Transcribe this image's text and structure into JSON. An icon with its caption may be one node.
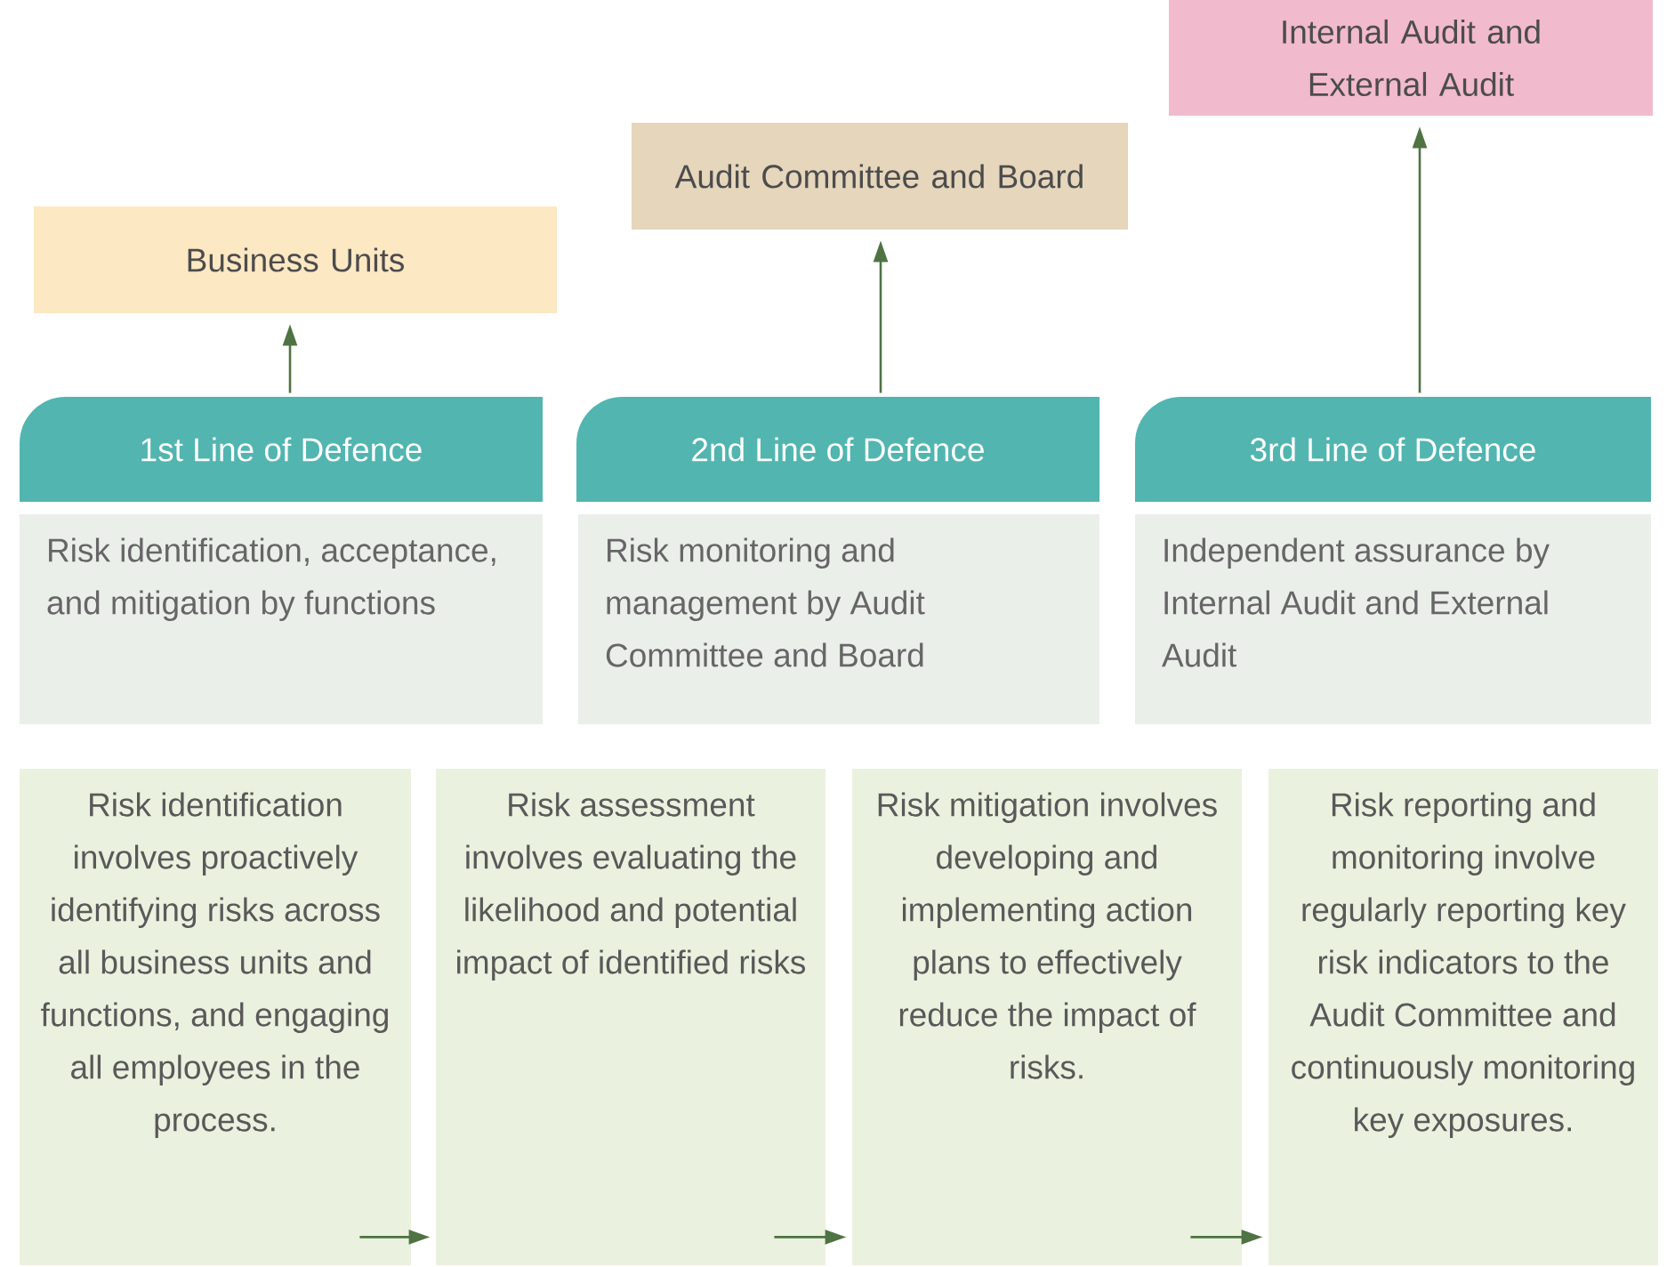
{
  "diagram": {
    "nodes": [
      {
        "text": [
          "Business Units"
        ]
      },
      {
        "text": [
          "Audit Committee and Board"
        ]
      },
      {
        "text": [
          "Internal Audit and External Audit"
        ]
      },
      {
        "text": [
          "1st Line of Defence"
        ]
      },
      {
        "text": [
          "2nd Line of Defence"
        ]
      },
      {
        "text": [
          "3rd Line of Defence"
        ]
      },
      {
        "text": [
          "Risk identification, acceptance, and mitigation by functions"
        ]
      },
      {
        "text": [
          "Risk monitoring and management by Audit Committee and Board"
        ]
      },
      {
        "text": [
          "Independent assurance by Internal Audit and External Audit"
        ]
      },
      {
        "text": [
          "Risk identification involves proactively identifying risks across all business units and functions, and engaging all employees in the process."
        ]
      },
      {
        "text": [
          "Risk assessment involves evaluating the likelihood and potential impact of identified risks"
        ]
      },
      {
        "text": [
          "Risk mitigation involves developing and implementing action plans to effectively reduce the impact of risks."
        ]
      },
      {
        "text": [
          "Risk reporting and monitoring involve regularly reporting key risk indicators to the Audit Committee and continuously monitoring key exposures."
        ]
      }
    ],
    "edges": [
      {
        "from": 3,
        "to": 0,
        "arrow": "to"
      },
      {
        "from": 4,
        "to": 1,
        "arrow": "to"
      },
      {
        "from": 5,
        "to": 2,
        "arrow": "to"
      },
      {
        "from": 9,
        "to": 10,
        "arrow": "to"
      },
      {
        "from": 10,
        "to": 11,
        "arrow": "to"
      },
      {
        "from": 11,
        "to": 12,
        "arrow": "to"
      }
    ]
  }
}
